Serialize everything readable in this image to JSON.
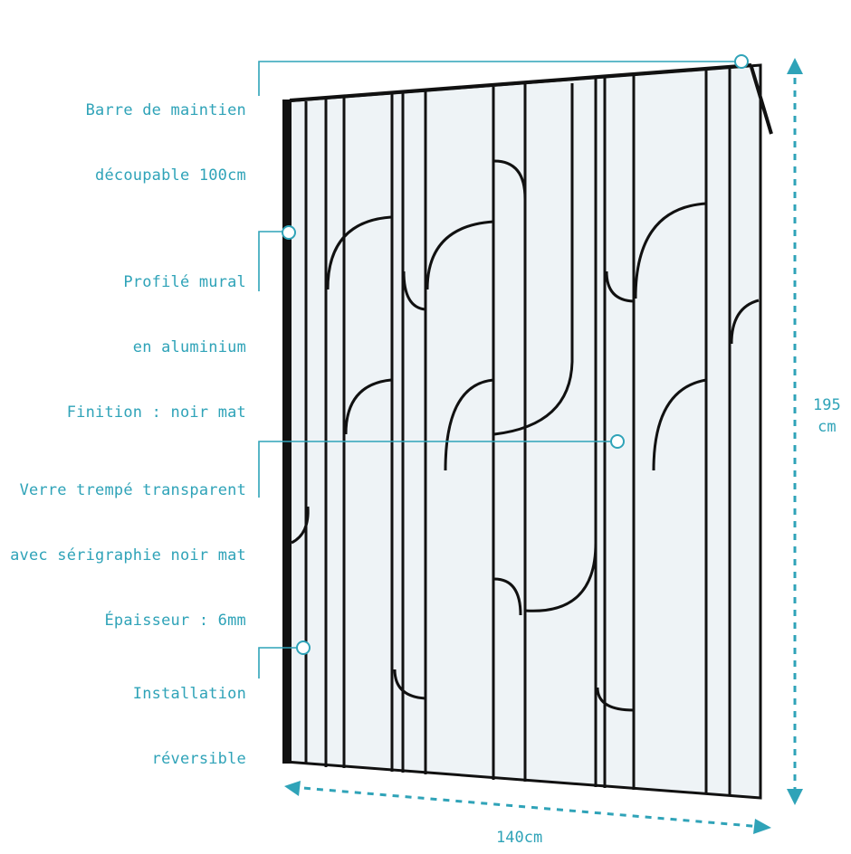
{
  "colors": {
    "accent": "#2fa3b8",
    "frame": "#111111",
    "glass": "#eef3f6"
  },
  "callouts": {
    "bar": {
      "lines": [
        "Barre de maintien",
        "découpable 100cm"
      ]
    },
    "profile": {
      "lines": [
        "Profilé mural",
        "en aluminium",
        "Finition : noir mat"
      ]
    },
    "glass": {
      "lines": [
        "Verre trempé transparent",
        "avec sérigraphie noir mat",
        "Épaisseur : 6mm"
      ]
    },
    "install": {
      "lines": [
        "Installation",
        "réversible"
      ]
    }
  },
  "dimensions": {
    "height": {
      "value": "195",
      "unit": "cm"
    },
    "width": {
      "text": "140cm"
    }
  }
}
